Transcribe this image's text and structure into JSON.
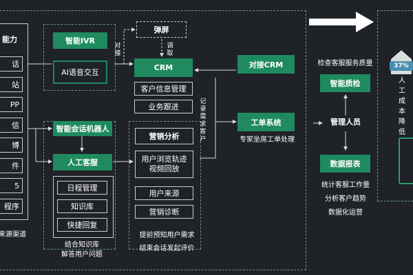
{
  "channels": {
    "title": "能力",
    "items": [
      "话",
      "站",
      "PP",
      "信",
      "博",
      "件",
      "5",
      "程序"
    ],
    "caption": "来源渠道"
  },
  "ivr": {
    "title": "智能IVR",
    "sub": "AI语音交互"
  },
  "popup": {
    "label": "弹屏",
    "edge_left": "对接",
    "edge_down": "调取"
  },
  "crm": {
    "label": "CRM",
    "items": [
      "客户信息管理",
      "业务跟进"
    ],
    "record_note": "记录需求客户"
  },
  "robot": {
    "label": "智能会话机器人"
  },
  "agent": {
    "label": "人工客服",
    "items": [
      "日程管理",
      "知识库",
      "快捷回复"
    ],
    "caption_1": "结合知识库",
    "caption_2": "解答用户问题"
  },
  "marketing": {
    "title": "营销分析",
    "items": [
      "用户浏览轨迹视频回放",
      "用户来源",
      "营销诊断"
    ],
    "caption_1": "提前预知用户需求",
    "caption_2": "结束会话发起评价"
  },
  "crm_connect": {
    "label": "对接CRM"
  },
  "ticket": {
    "label": "工单系统",
    "caption": "专家坐席工单处理"
  },
  "right": {
    "top_caption": "检查客服服务质量",
    "qa": "智能质检",
    "manager": "管理人员",
    "report": "数据报表",
    "captions": [
      "统计客服工作量",
      "分析客户趋势",
      "数据化运营"
    ]
  },
  "far_right": {
    "percent": "37%",
    "text": "人工成本降低"
  },
  "colors": {
    "bg": "#1f2227",
    "green": "#1f8a5f",
    "dash": "#6a9a85",
    "line": "#d7dedb"
  }
}
